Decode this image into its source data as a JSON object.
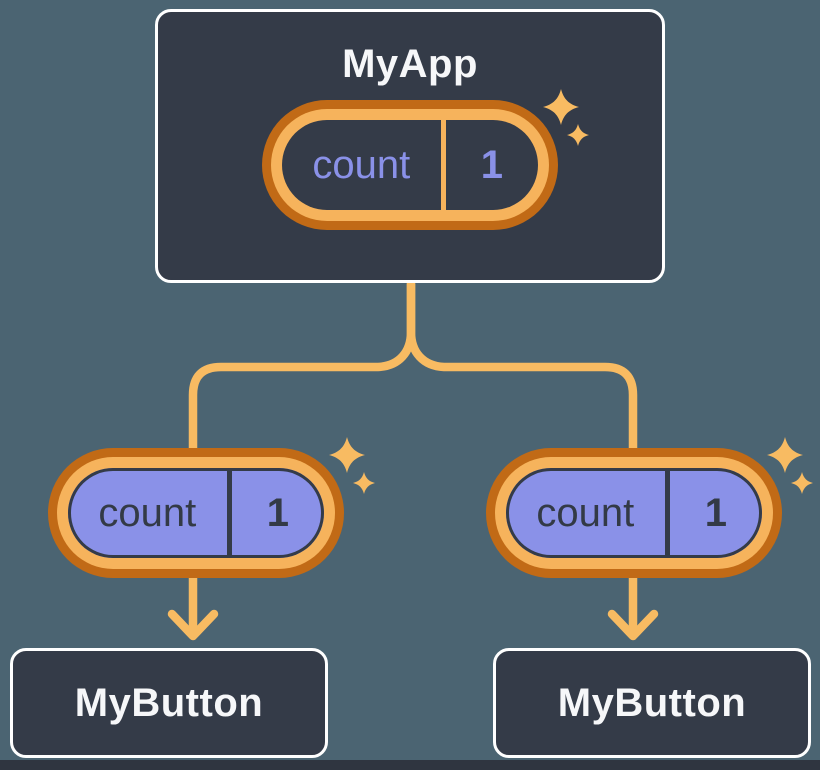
{
  "root_node": {
    "title": "MyApp",
    "state_pill": {
      "label": "count",
      "value": "1"
    }
  },
  "children": [
    {
      "title": "MyButton",
      "prop_pill": {
        "label": "count",
        "value": "1"
      }
    },
    {
      "title": "MyButton",
      "prop_pill": {
        "label": "count",
        "value": "1"
      }
    }
  ],
  "colors": {
    "background": "#4b6472",
    "node_background": "#343b48",
    "node_border": "#ffffff",
    "orange_dark": "#c16a16",
    "orange_light": "#f6b35c",
    "connector": "#f8bb62",
    "purple": "#8a91e8",
    "dark_text": "#333a46",
    "white_text": "#f6f7f9"
  }
}
